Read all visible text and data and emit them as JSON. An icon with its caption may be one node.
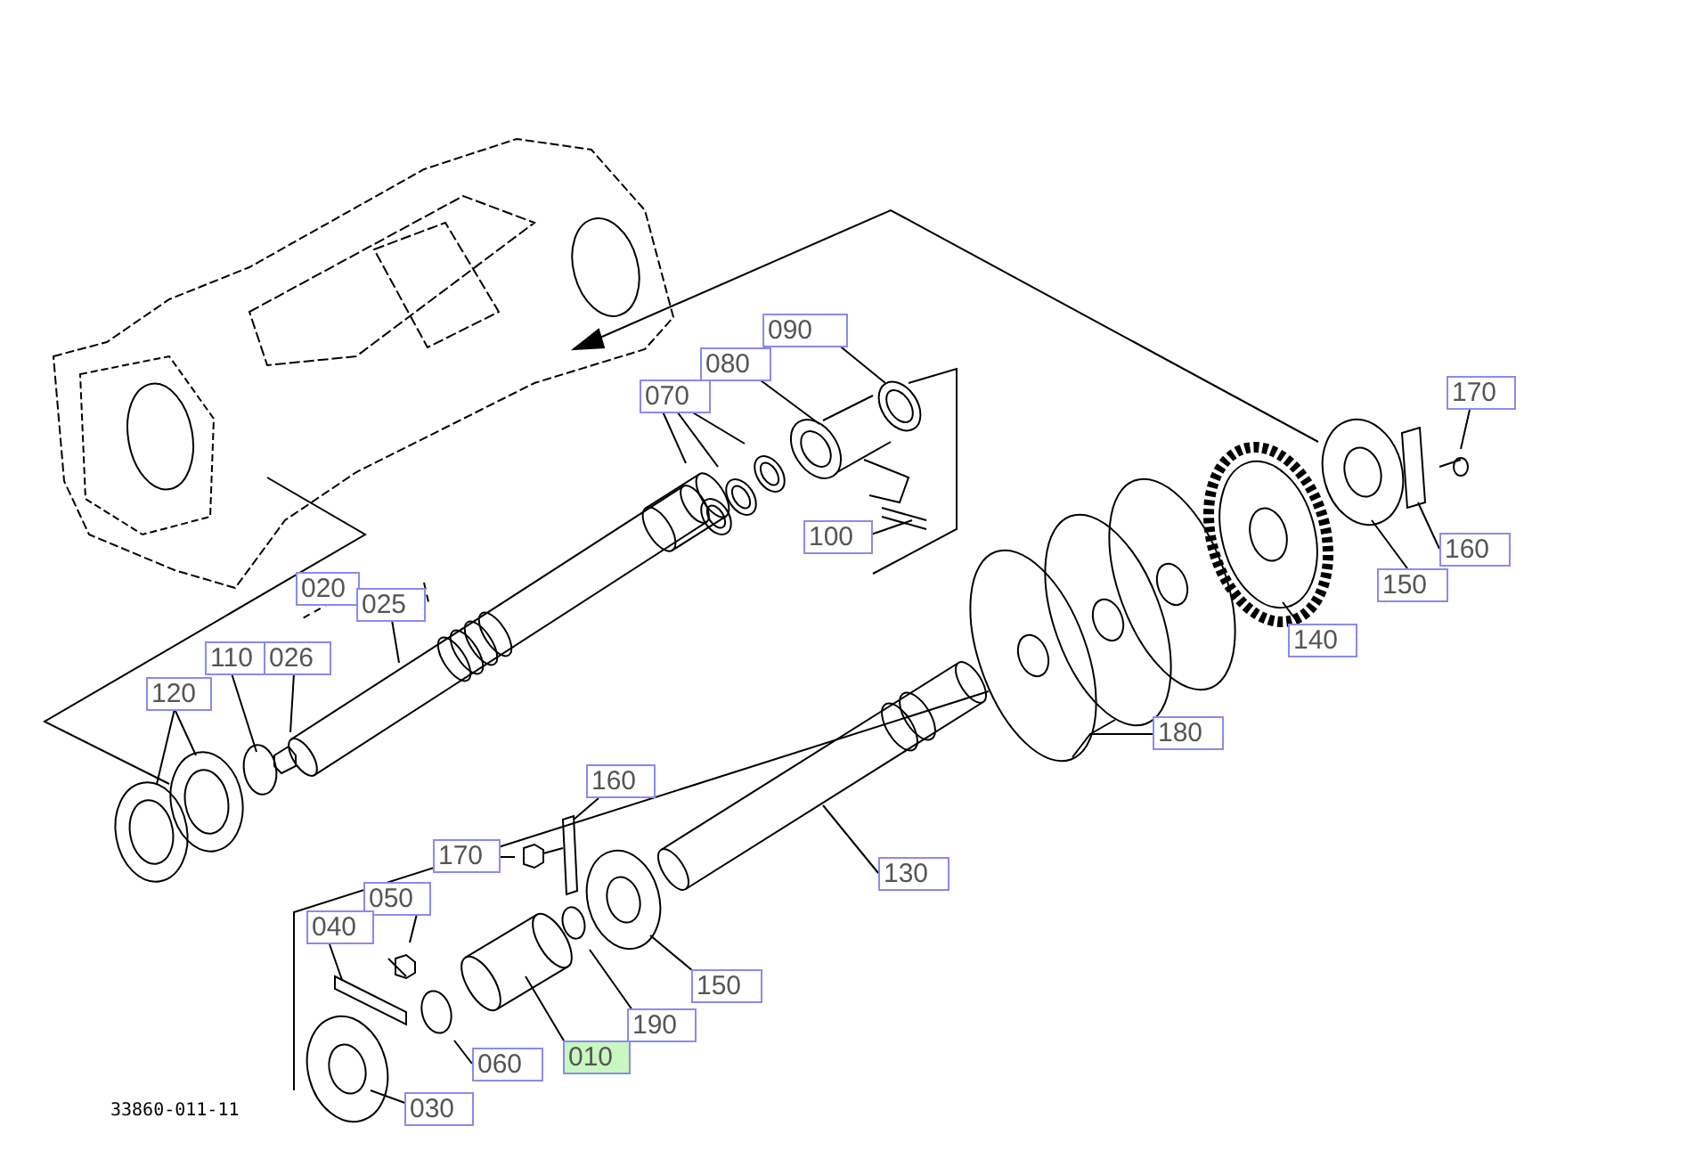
{
  "diagram": {
    "nodes": [
      {
        "text": [
          "090"
        ]
      },
      {
        "text": [
          "080"
        ]
      },
      {
        "text": [
          "070"
        ]
      },
      {
        "text": [
          "170"
        ]
      },
      {
        "text": [
          "100"
        ]
      },
      {
        "text": [
          "160"
        ]
      },
      {
        "text": [
          "020"
        ]
      },
      {
        "text": [
          "025"
        ]
      },
      {
        "text": [
          "150"
        ]
      },
      {
        "text": [
          "140"
        ]
      },
      {
        "text": [
          "110"
        ]
      },
      {
        "text": [
          "026"
        ]
      },
      {
        "text": [
          "120"
        ]
      },
      {
        "text": [
          "180"
        ]
      },
      {
        "text": [
          "160"
        ]
      },
      {
        "text": [
          "170"
        ]
      },
      {
        "text": [
          "130"
        ]
      },
      {
        "text": [
          "050"
        ]
      },
      {
        "text": [
          "040"
        ]
      },
      {
        "text": [
          "150"
        ]
      },
      {
        "text": [
          "190"
        ]
      },
      {
        "text": [
          "060"
        ]
      },
      {
        "text": [
          "010"
        ]
      },
      {
        "text": [
          "030"
        ]
      }
    ],
    "edges": [
      {
        "from": 0,
        "to": null,
        "arrow": "none"
      },
      {
        "from": 1,
        "to": null,
        "arrow": "none"
      },
      {
        "from": 2,
        "to": null,
        "arrow": "none"
      },
      {
        "from": 2,
        "to": null,
        "arrow": "none"
      },
      {
        "from": 2,
        "to": null,
        "arrow": "none"
      },
      {
        "from": 3,
        "to": null,
        "arrow": "none"
      },
      {
        "from": 4,
        "to": null,
        "arrow": "none"
      },
      {
        "from": 5,
        "to": null,
        "arrow": "none"
      },
      {
        "from": 6,
        "to": null,
        "arrow": "none",
        "style": "dashed"
      },
      {
        "from": 7,
        "to": null,
        "arrow": "none"
      },
      {
        "from": 8,
        "to": null,
        "arrow": "none"
      },
      {
        "from": 9,
        "to": null,
        "arrow": "none"
      },
      {
        "from": 10,
        "to": null,
        "arrow": "none"
      },
      {
        "from": 11,
        "to": null,
        "arrow": "none"
      },
      {
        "from": 12,
        "to": null,
        "arrow": "none"
      },
      {
        "from": 12,
        "to": null,
        "arrow": "none"
      },
      {
        "from": 13,
        "to": null,
        "arrow": "none"
      },
      {
        "from": 14,
        "to": null,
        "arrow": "none"
      },
      {
        "from": 15,
        "to": null,
        "arrow": "none"
      },
      {
        "from": 16,
        "to": null,
        "arrow": "none"
      },
      {
        "from": 17,
        "to": null,
        "arrow": "none"
      },
      {
        "from": 18,
        "to": null,
        "arrow": "none"
      },
      {
        "from": 19,
        "to": null,
        "arrow": "none"
      },
      {
        "from": 20,
        "to": null,
        "arrow": "none"
      },
      {
        "from": 21,
        "to": null,
        "arrow": "none"
      },
      {
        "from": 22,
        "to": null,
        "arrow": "none"
      },
      {
        "from": 23,
        "to": null,
        "arrow": "none"
      }
    ],
    "labels": [
      "33860-011-11"
    ]
  }
}
